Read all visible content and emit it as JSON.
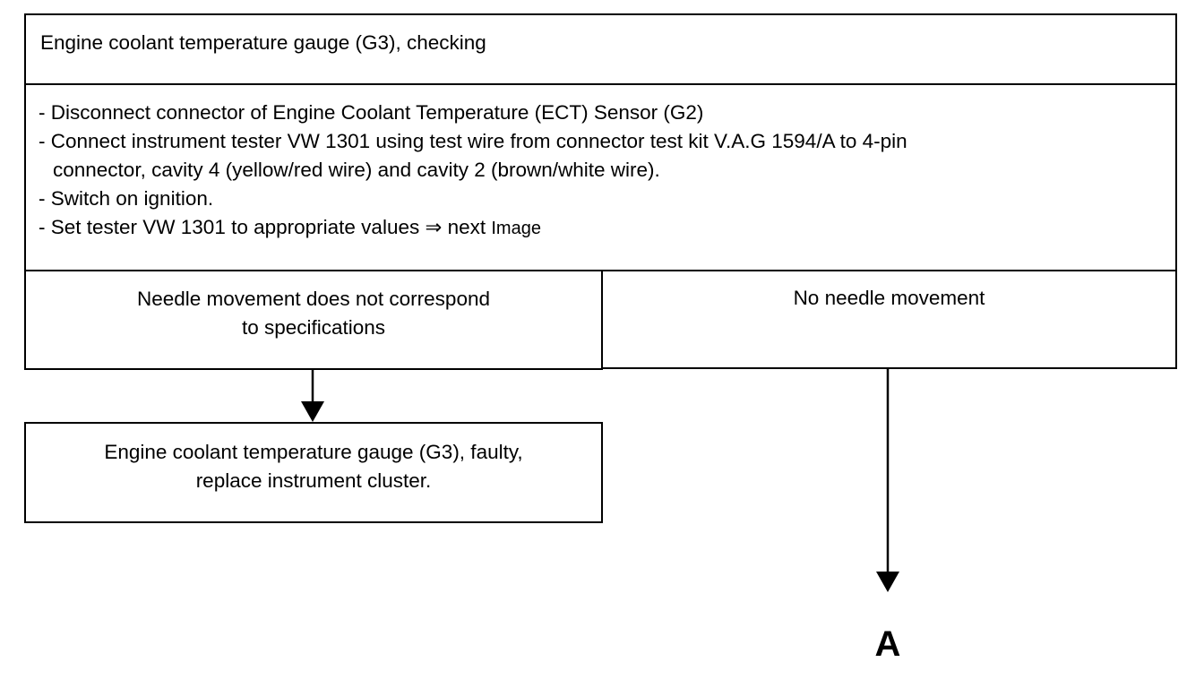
{
  "title": "Engine coolant temperature gauge (G3),  checking",
  "steps": {
    "line1": "- Disconnect connector of Engine Coolant Temperature (ECT) Sensor (G2)",
    "line2": "- Connect instrument tester VW 1301 using test wire from connector test kit V.A.G 1594/A  to 4-pin",
    "line2b": "connector, cavity 4 (yellow/red wire) and cavity 2 (brown/white wire).",
    "line3": "- Switch on ignition.",
    "line4": "- Set  tester VW 1301 to appropriate values ⇒ next ",
    "line4_ref": "Image"
  },
  "branch_left": {
    "line1": "Needle movement does not  correspond",
    "line2": "to specifications"
  },
  "branch_right": {
    "line1": "No needle movement"
  },
  "result": {
    "line1": "Engine coolant temperature gauge (G3), faulty,",
    "line2": "replace instrument cluster."
  },
  "end_label": "A"
}
